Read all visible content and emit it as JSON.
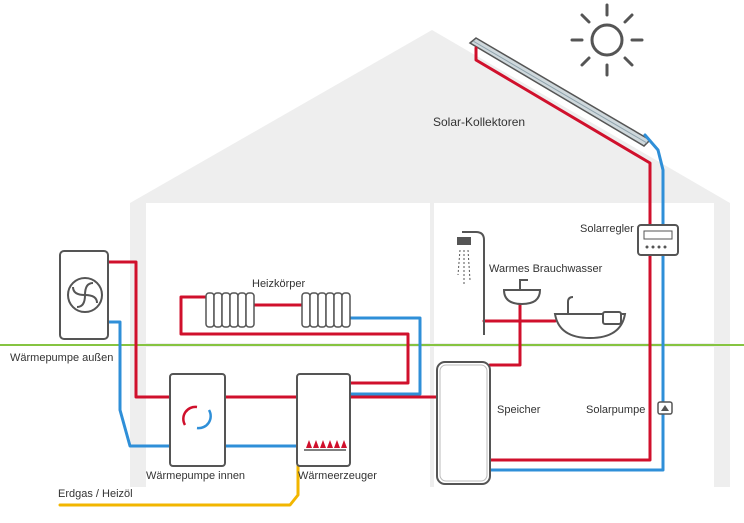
{
  "labels": {
    "solar_collectors": "Solar-Kollektoren",
    "solar_controller": "Solarregler",
    "warm_water": "Warmes Brauchwasser",
    "radiators": "Heizkörper",
    "heat_pump_outdoor": "Wärmepumpe außen",
    "storage": "Speicher",
    "solar_pump": "Solarpumpe",
    "heat_pump_indoor": "Wärmepumpe innen",
    "heat_generator": "Wärmeerzeuger",
    "fuel": "Erdgas / Heizöl"
  },
  "colors": {
    "hot": "#d0102c",
    "cold": "#2f8fd8",
    "fuel": "#f2b600",
    "ground": "#86c441",
    "house": "#e6e6e6",
    "outline": "#555555"
  }
}
